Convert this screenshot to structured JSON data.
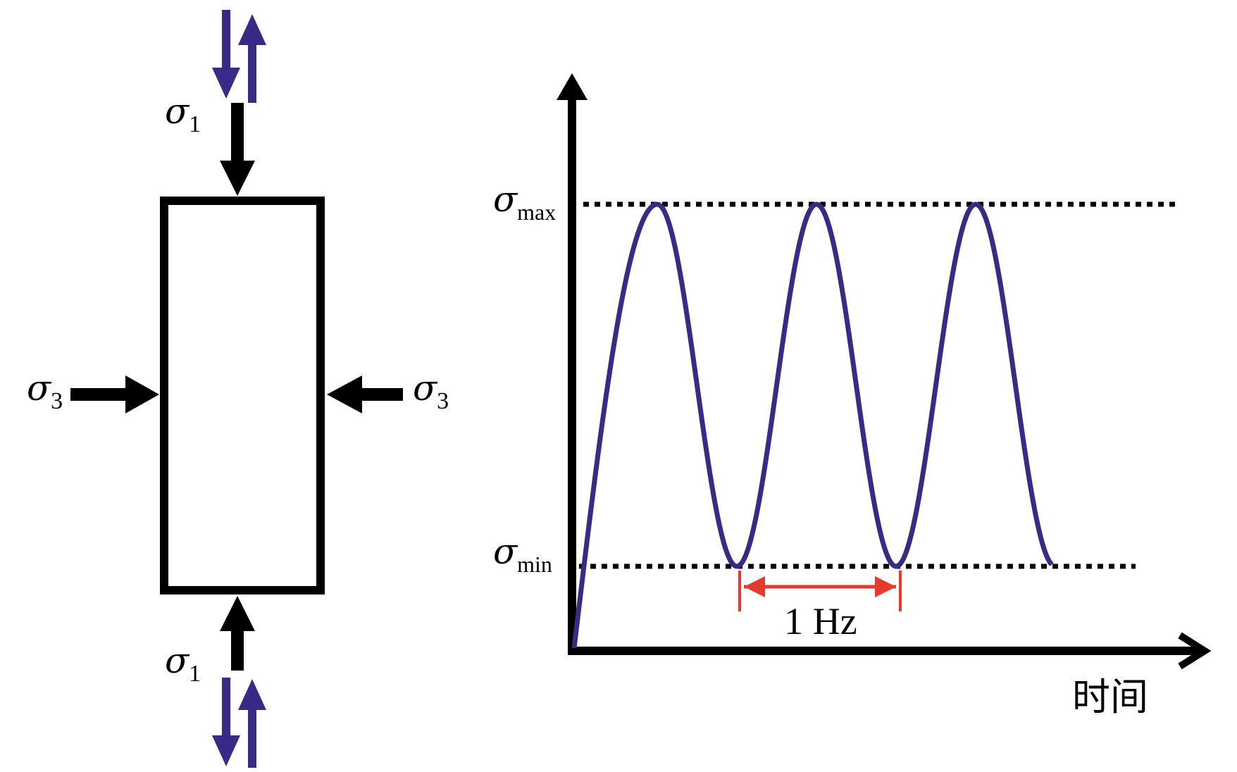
{
  "colors": {
    "stroke": "#000000",
    "wave": "#3a2a86",
    "load_arrow": "#3a2a86",
    "frequency_marker": "#e53b2f"
  },
  "specimen": {
    "labels": {
      "top": {
        "symbol": "σ",
        "sub": "1"
      },
      "bottom": {
        "symbol": "σ",
        "sub": "1"
      },
      "left": {
        "symbol": "σ",
        "sub": "3"
      },
      "right": {
        "symbol": "σ",
        "sub": "3"
      }
    }
  },
  "plot": {
    "ymax_label": {
      "symbol": "σ",
      "sub": "max"
    },
    "ymin_label": {
      "symbol": "σ",
      "sub": "min"
    },
    "frequency_label": "1 Hz",
    "xlabel": "时间"
  },
  "chart_data": {
    "type": "line",
    "title": "",
    "xlabel": "时间",
    "ylabel": "",
    "y_reference_lines": [
      "σmax",
      "σmin"
    ],
    "frequency": "1 Hz",
    "cycles_shown": 3,
    "series": [
      {
        "shape": "sinusoid",
        "starts_at": "origin",
        "peaks": 3,
        "troughs_at_min": 2,
        "ends_at": "σmin"
      }
    ]
  }
}
